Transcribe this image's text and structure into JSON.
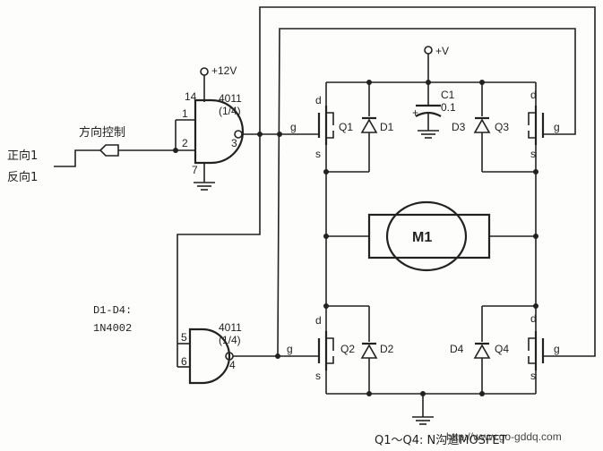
{
  "labels": {
    "forward": "正向1",
    "reverse": "反向1",
    "direction_control": "方向控制",
    "supply_12v": "+12V",
    "supply_v": "+V",
    "gate1_part": "4011",
    "gate1_fraction": "(1/4)",
    "gate2_part": "4011",
    "gate2_fraction": "(1/4)",
    "pin14": "14",
    "pin1": "1",
    "pin2": "2",
    "pin3": "3",
    "pin7": "7",
    "pin5": "5",
    "pin6": "6",
    "pin4": "4",
    "c1_name": "C1",
    "c1_value": "0.1",
    "c1_plus": "+",
    "q1": "Q1",
    "q2": "Q2",
    "q3": "Q3",
    "q4": "Q4",
    "d1": "D1",
    "d2": "D2",
    "d3": "D3",
    "d4": "D4",
    "motor": "M1",
    "diode_range": "D1-D4:",
    "diode_part": "1N4002",
    "transistor_note": "Q1～Q4: N沟道MOSFET",
    "watermark": "http://www.go-gddq.com",
    "d": "d",
    "s": "s",
    "g": "g"
  }
}
